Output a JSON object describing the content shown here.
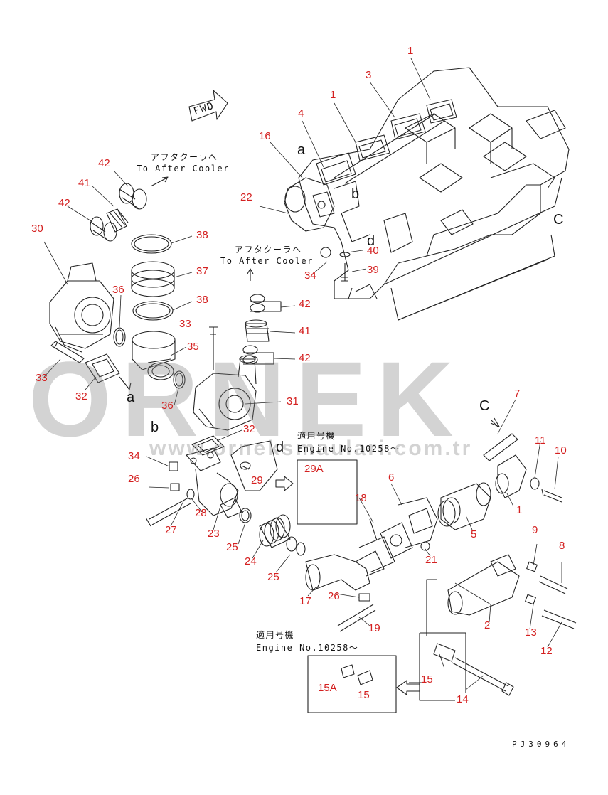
{
  "diagram": {
    "drawing_code": "PJ30964",
    "watermark": {
      "brand": "ORNEK",
      "url": "www.orneksmaulari.com.tr"
    },
    "fwd_label": "FWD",
    "aftercooler_notes": [
      {
        "jp": "アフタクーラへ",
        "en": "To After Cooler"
      },
      {
        "jp": "アフタクーラへ",
        "en": "To After Cooler"
      }
    ],
    "applicability_notes": [
      {
        "jp": "適用号機",
        "en": "Engine No.10258～"
      },
      {
        "jp": "適用号機",
        "en": "Engine No.10258～"
      }
    ],
    "connection_letters": {
      "a_top": "a",
      "b_top": "b",
      "c_right": "C",
      "d_top": "d",
      "a_left": "a",
      "b_bottom": "b",
      "c_lower": "C",
      "d_mid": "d"
    },
    "callouts": [
      "1",
      "3",
      "1",
      "4",
      "16",
      "22",
      "40",
      "39",
      "34",
      "42",
      "41",
      "42",
      "30",
      "38",
      "37",
      "38",
      "36",
      "33",
      "42",
      "41",
      "42",
      "35",
      "33",
      "32",
      "36",
      "31",
      "32",
      "7",
      "11",
      "10",
      "1",
      "34",
      "29",
      "29A",
      "18",
      "6",
      "26",
      "28",
      "5",
      "27",
      "23",
      "25",
      "24",
      "21",
      "25",
      "9",
      "8",
      "17",
      "26",
      "2",
      "19",
      "13",
      "12",
      "15",
      "15A",
      "15",
      "14"
    ]
  }
}
